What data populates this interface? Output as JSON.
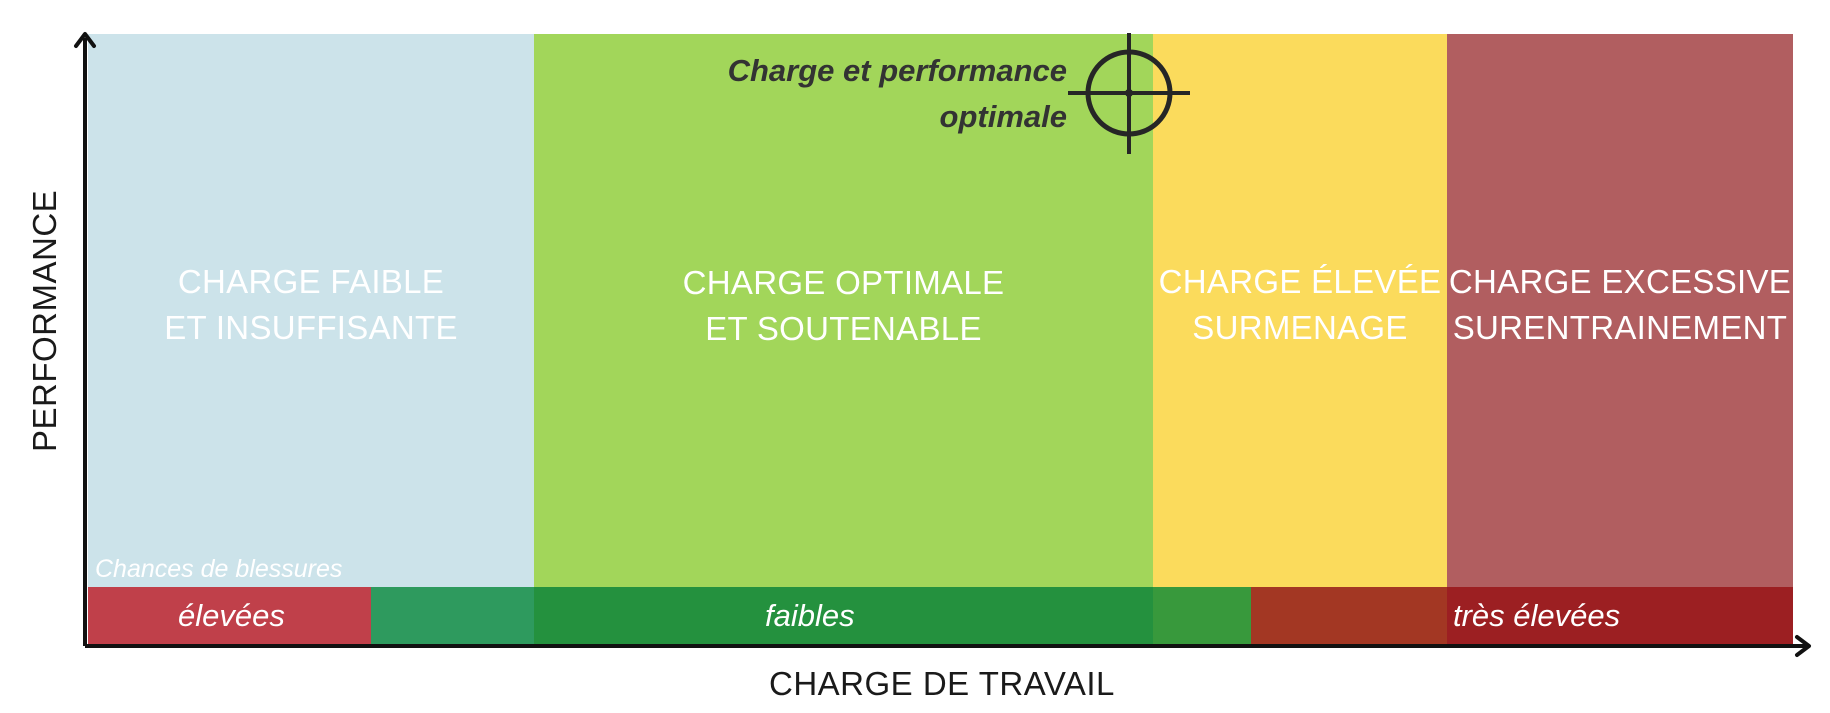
{
  "zones": [
    {
      "label": "CHARGE FAIBLE\nET INSUFFISANTE",
      "color": "#cce3ea"
    },
    {
      "label": "CHARGE OPTIMALE\nET SOUTENABLE",
      "color": "#a2d65a"
    },
    {
      "label": "CHARGE ÉLEVÉE\nSURMENAGE",
      "color": "#fbdb5c"
    },
    {
      "label": "CHARGE EXCESSIVE\nSURENTRAINEMENT",
      "color": "#b15e60"
    }
  ],
  "target": {
    "label": "Charge et performance\noptimale",
    "icon": "crosshair-icon"
  },
  "risk_bar": {
    "caption": "Chances de blessures",
    "levels": {
      "high": "élevées",
      "low": "faibles",
      "very_high": "très élevées"
    }
  },
  "axes": {
    "x_title": "CHARGE DE TRAVAIL",
    "y_title": "PERFORMANCE"
  },
  "colors": {
    "axis": "#111111",
    "risk_high": "#c0404a",
    "risk_low": "#24913e",
    "risk_very_high": "#9c1f22"
  }
}
